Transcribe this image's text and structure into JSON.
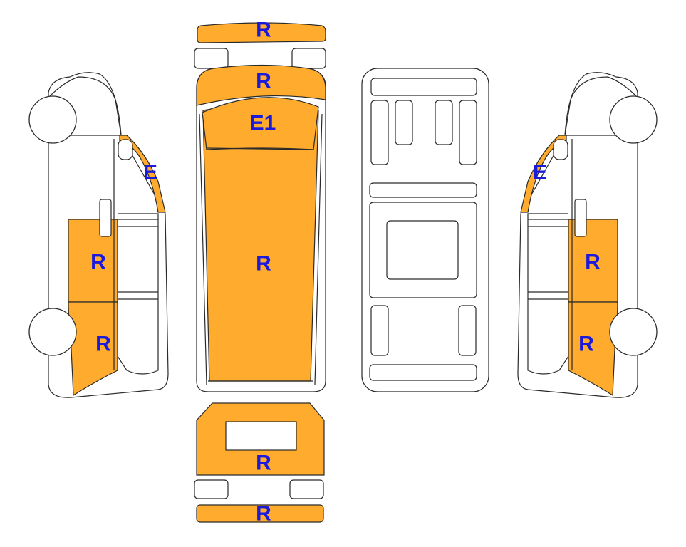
{
  "colors": {
    "damage_fill": "#ffab2e",
    "label_color": "#1a1adb",
    "outline": "#2a2a2a",
    "background": "#ffffff"
  },
  "labels": {
    "front_bumper": "R",
    "hood": "R",
    "windshield": "E1",
    "roof": "R",
    "rear_door": "R",
    "rear_bumper": "R",
    "left_a_pillar": "E",
    "left_side_upper": "R",
    "left_side_lower": "R",
    "right_a_pillar": "E",
    "right_side_upper": "R",
    "right_side_lower": "R"
  }
}
